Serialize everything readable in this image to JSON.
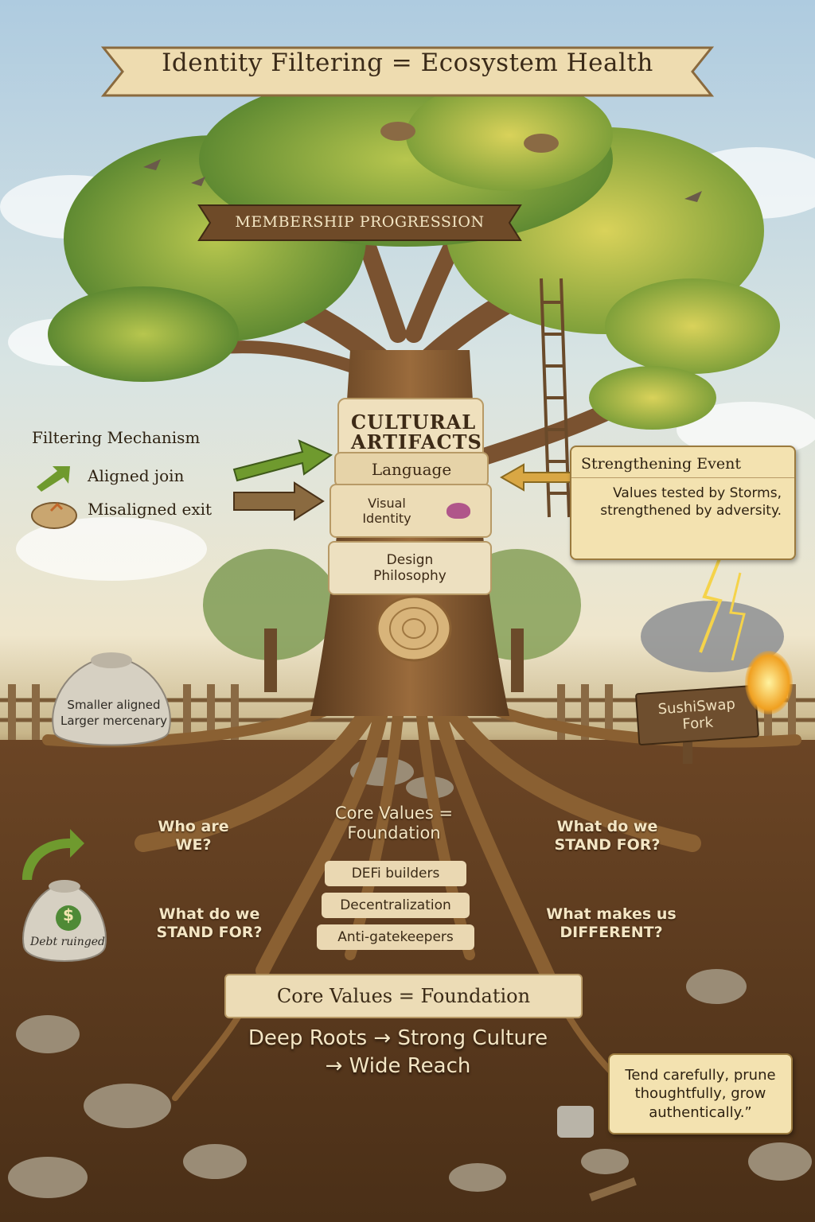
{
  "title": "Identity Filtering = Ecosystem Health",
  "canopy": {
    "membership_label": "MEMBERSHIP PROGRESSION"
  },
  "trunk": {
    "artifacts_title": "CULTURAL ARTIFACTS",
    "bands": [
      "Language",
      "Visual Identity",
      "Design Philosophy"
    ]
  },
  "filtering": {
    "heading": "Filtering Mechanism",
    "aligned": "Aligned join",
    "misaligned": "Misaligned exit"
  },
  "strengthening": {
    "title": "Strengthening Event",
    "body": "Values tested by Storms, strengthened by adversity."
  },
  "sack_left": {
    "line1": "Smaller aligned",
    "line2": "Larger mercenary"
  },
  "signpost": "SushiSwap Fork",
  "roots": {
    "q_who": "Who are WE?",
    "core_top": "Core Values = Foundation",
    "q_stand_right": "What do we STAND FOR?",
    "q_stand_left": "What do we STAND FOR?",
    "q_different": "What makes us DIFFERENT?",
    "values": [
      "DEFi builders",
      "Decentralization",
      "Anti-gatekeepers"
    ],
    "core_bottom": "Core Values = Foundation",
    "motto_line1": "Deep Roots → Strong Culture",
    "motto_line2": "→ Wide Reach"
  },
  "money_bag": {
    "symbol": "$",
    "label": "Debt ruinged"
  },
  "tend_note": "Tend carefully, prune thoughtfully, grow authentically.”",
  "colors": {
    "sky": "#aecbe0",
    "parchment": "#f3e2b0",
    "bark": "#7a5230",
    "soil": "#5b3c1f",
    "leaf": "#6f9a3a",
    "aligned_arrow": "#6f9a2e",
    "misaligned_arrow": "#8a6a40",
    "lightning": "#f5d34a"
  }
}
